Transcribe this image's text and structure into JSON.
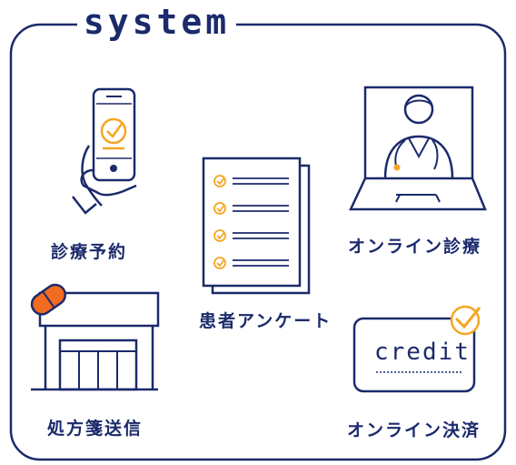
{
  "title": "system",
  "items": {
    "reservation": "診療予約",
    "online_consult": "オンライン診療",
    "questionnaire": "患者アンケート",
    "prescription": "処方箋送信",
    "online_payment": "オンライン決済"
  },
  "card_text": "credit",
  "colors": {
    "navy": "#1b2a6b",
    "orange": "#f5a623",
    "pill": "#f26b21"
  },
  "icons": [
    "phone-hand-icon",
    "doctor-laptop-icon",
    "checklist-icon",
    "pharmacy-icon",
    "credit-card-icon"
  ]
}
